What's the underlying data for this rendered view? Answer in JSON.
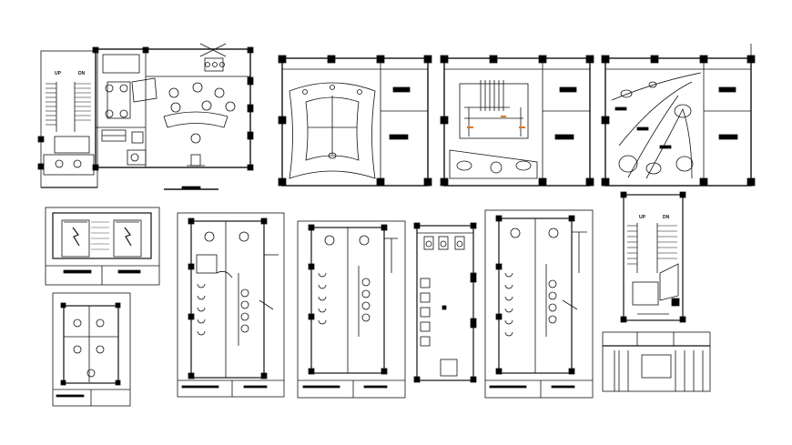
{
  "drawing": {
    "stair_labels_1": {
      "up": "UP",
      "down": "DN"
    },
    "stair_labels_2": {
      "up": "UP",
      "down": "DN"
    }
  },
  "colors": {
    "line": "#111111",
    "wall": "#000000",
    "accent": "#e0761c",
    "background": "#ffffff"
  }
}
